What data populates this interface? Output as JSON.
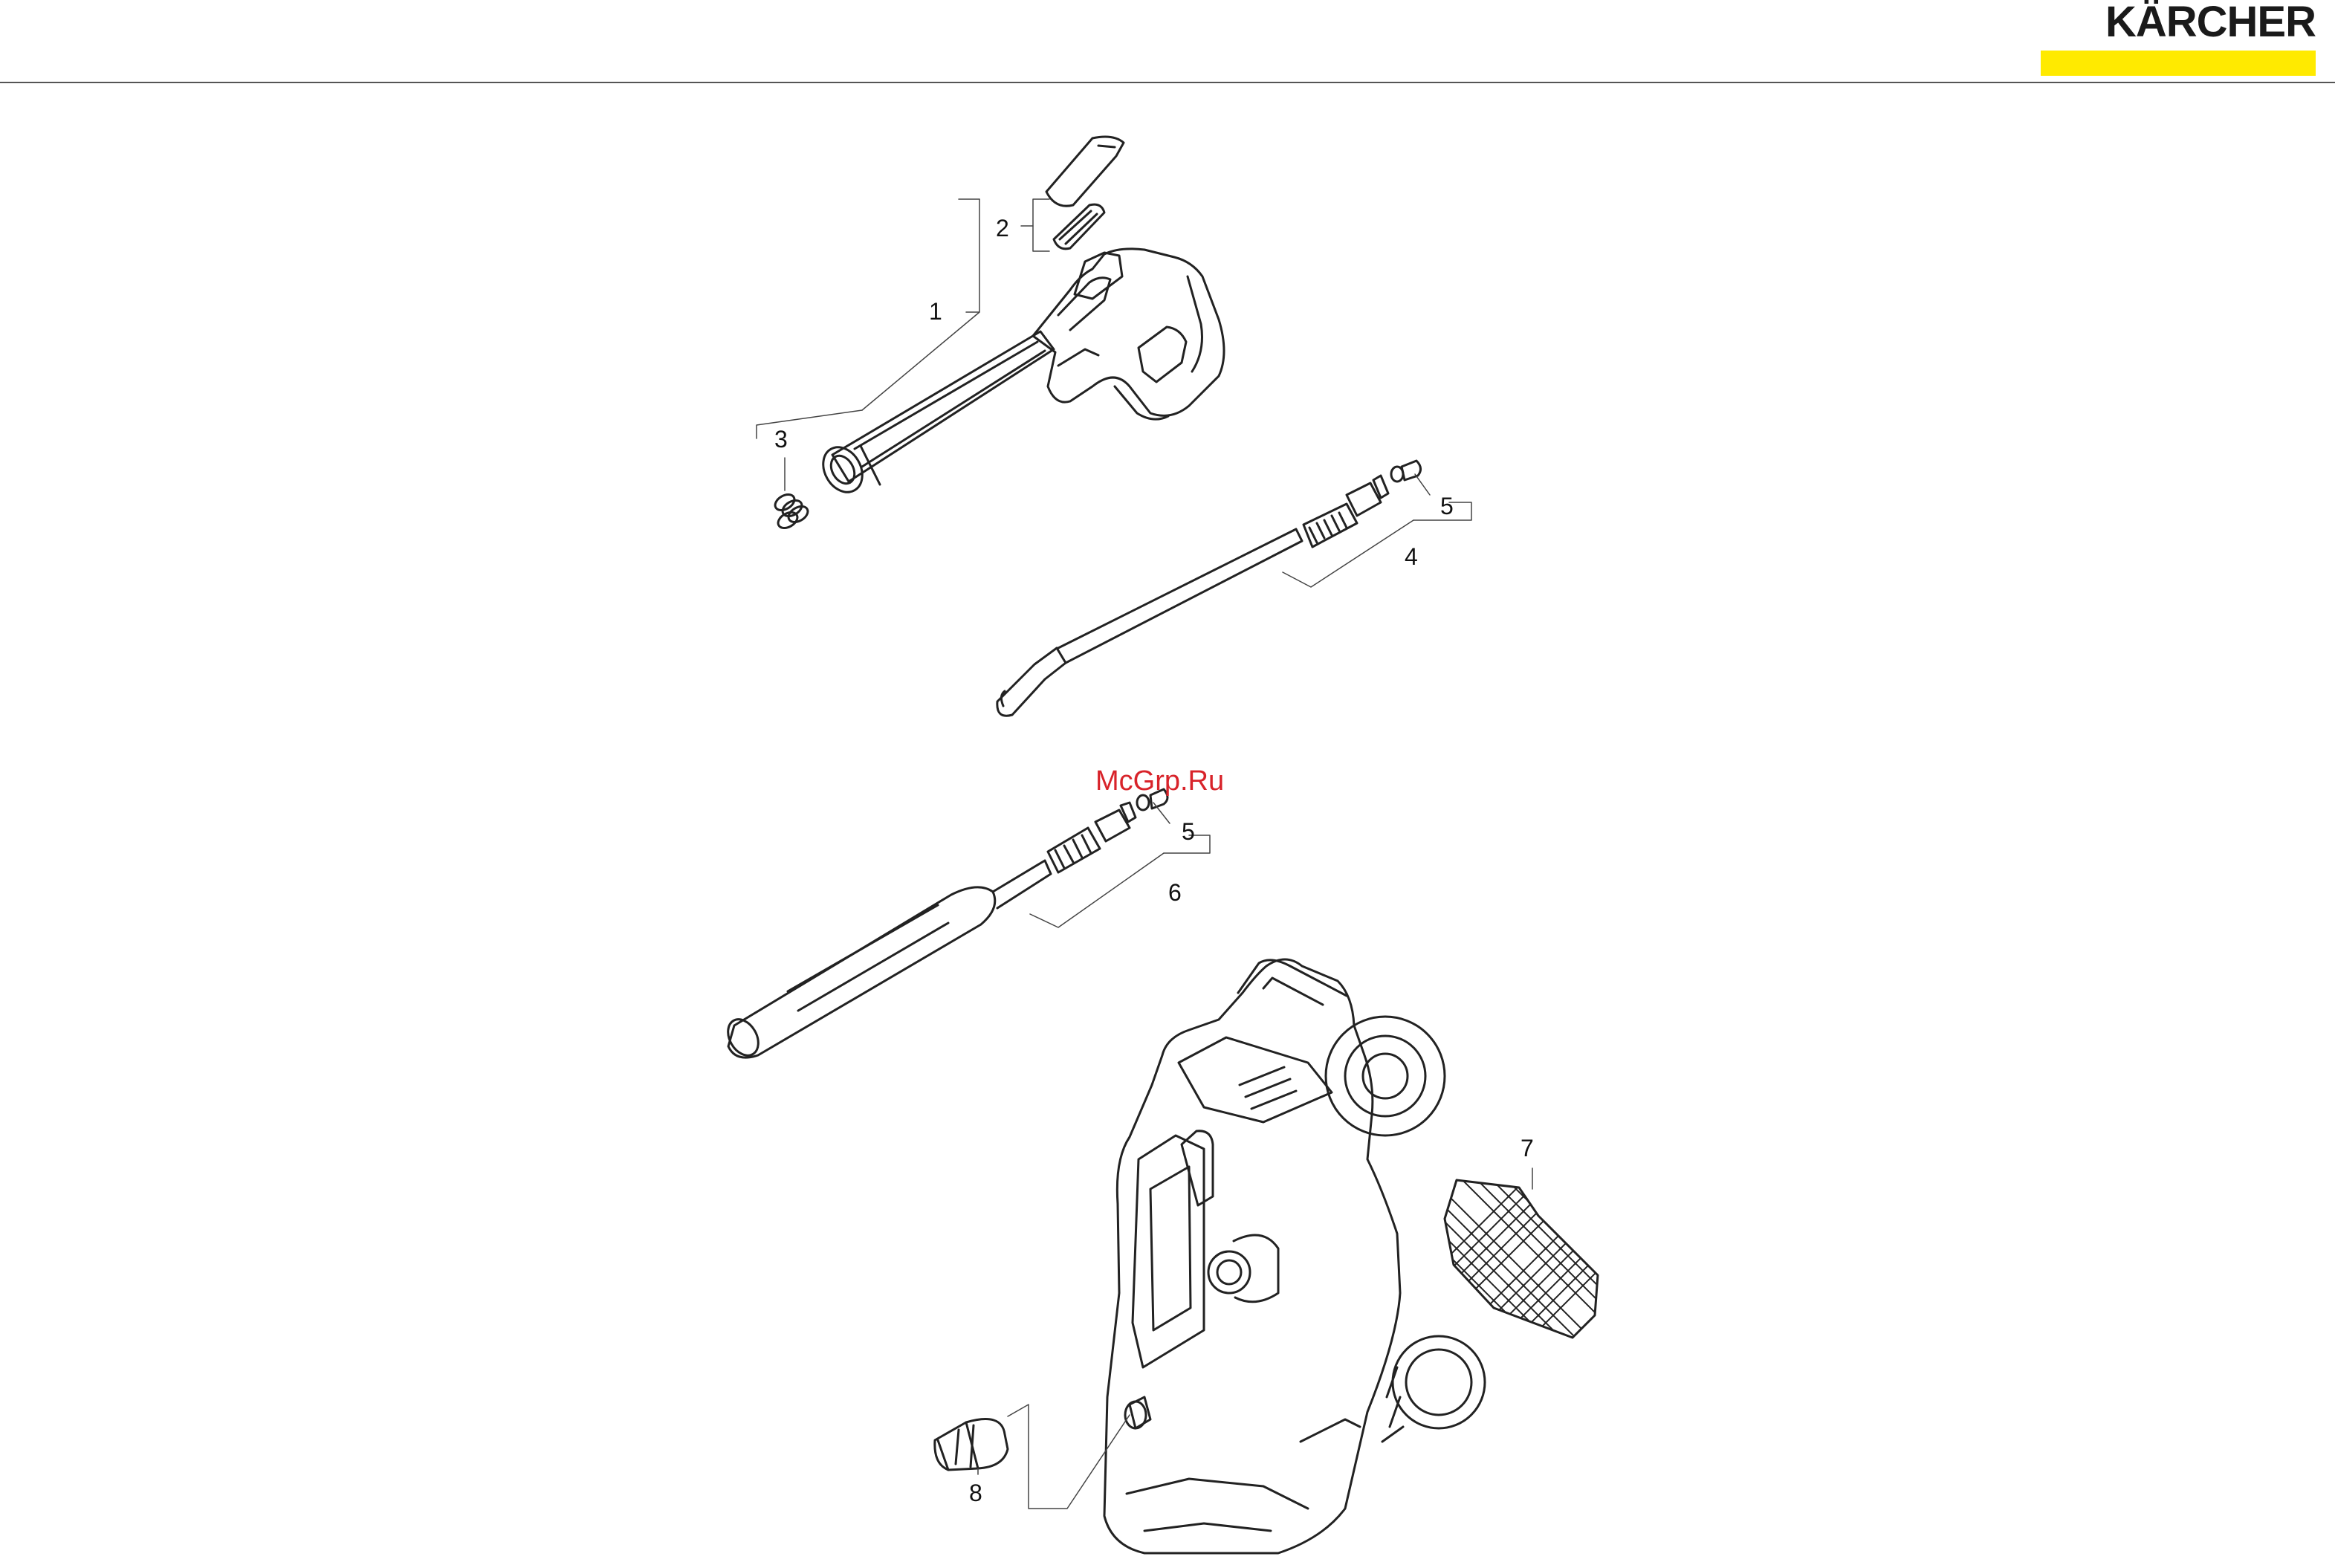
{
  "header": {
    "brand": "KÄRCHER",
    "brand_bar_color": "#ffea00"
  },
  "watermark": "McGrp.Ru",
  "callouts": [
    {
      "number": "1",
      "part": "trigger-gun"
    },
    {
      "number": "2",
      "part": "trigger-lock-and-seal"
    },
    {
      "number": "3",
      "part": "spring"
    },
    {
      "number": "4",
      "part": "dirt-blaster-spray-lance"
    },
    {
      "number": "5",
      "part": "o-ring-and-nozzle-insert"
    },
    {
      "number": "5",
      "part": "o-ring-and-nozzle-insert"
    },
    {
      "number": "6",
      "part": "vario-power-spray-lance"
    },
    {
      "number": "7",
      "part": "filter-mesh"
    },
    {
      "number": "8",
      "part": "water-inlet-coupling"
    }
  ]
}
